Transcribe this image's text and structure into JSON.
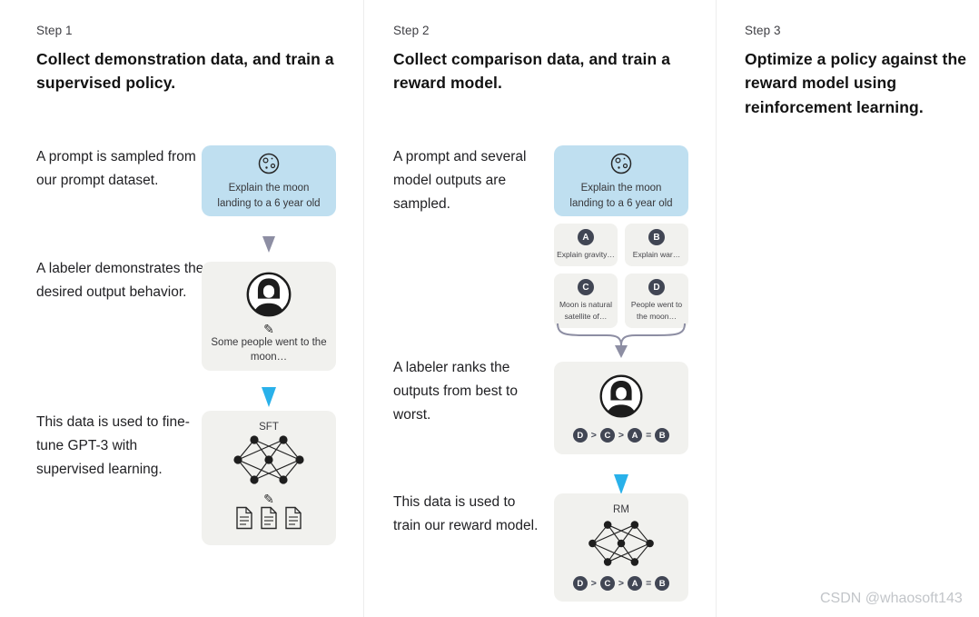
{
  "steps": [
    {
      "label": "Step 1",
      "title": "Collect demonstration data, and train a supervised policy."
    },
    {
      "label": "Step 2",
      "title": "Collect comparison data, and train a reward model."
    },
    {
      "label": "Step 3",
      "title": "Optimize a policy against the reward model using reinforcement learning."
    }
  ],
  "step1": {
    "captions": {
      "prompt": "A prompt is sampled from our prompt dataset.",
      "labeler": "A labeler demonstrates the desired output behavior.",
      "finetune": "This data is used to fine-tune GPT-3 with supervised learning."
    },
    "prompt_text": "Explain the moon landing to a 6 year old",
    "demo_text": "Some people went to the moon…",
    "model_label": "SFT"
  },
  "step2": {
    "captions": {
      "sampled": "A prompt and several model outputs are sampled.",
      "ranks": "A labeler ranks the outputs from best to worst.",
      "train": "This data is used to train our reward model."
    },
    "prompt_text": "Explain the moon landing to a 6 year old",
    "outputs": [
      {
        "letter": "A",
        "caption": "Explain gravity…"
      },
      {
        "letter": "B",
        "caption": "Explain war…"
      },
      {
        "letter": "C",
        "caption": "Moon is natural satellite of…"
      },
      {
        "letter": "D",
        "caption": "People went to the moon…"
      }
    ],
    "ranking": [
      "D",
      ">",
      "C",
      ">",
      "A",
      "=",
      "B"
    ],
    "model_label": "RM"
  },
  "colors": {
    "accent_blue_arrow": "#29b1ea",
    "gray_arrow": "#8d8ea3",
    "prompt_box": "#bfdff0",
    "panel_gray": "#f1f1ee",
    "badge_dark": "#414654"
  },
  "watermark": "CSDN @whaosoft143"
}
